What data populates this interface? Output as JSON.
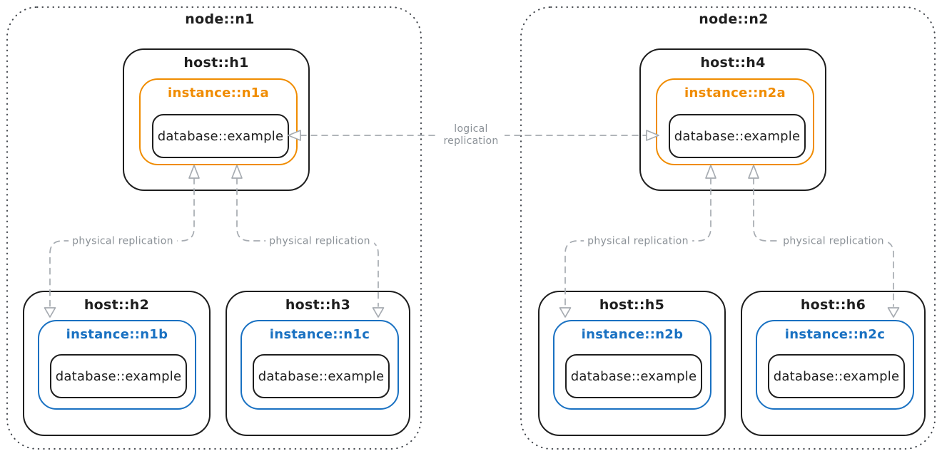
{
  "colors": {
    "box_stroke": "#1e1e1e",
    "primary_instance": "#f08c00",
    "replica_instance": "#1971c2",
    "arrow": "#a6abb1",
    "edge_label_text": "#8b9197",
    "node_border": "#41454b",
    "background": "#ffffff"
  },
  "nodes": [
    {
      "label": "node::n1",
      "hosts": [
        {
          "label": "host::h1",
          "instance": {
            "label": "instance::n1a",
            "role": "primary",
            "database": "database::example"
          }
        },
        {
          "label": "host::h2",
          "instance": {
            "label": "instance::n1b",
            "role": "replica",
            "database": "database::example"
          }
        },
        {
          "label": "host::h3",
          "instance": {
            "label": "instance::n1c",
            "role": "replica",
            "database": "database::example"
          }
        }
      ]
    },
    {
      "label": "node::n2",
      "hosts": [
        {
          "label": "host::h4",
          "instance": {
            "label": "instance::n2a",
            "role": "primary",
            "database": "database::example"
          }
        },
        {
          "label": "host::h5",
          "instance": {
            "label": "instance::n2b",
            "role": "replica",
            "database": "database::example"
          }
        },
        {
          "label": "host::h6",
          "instance": {
            "label": "instance::n2c",
            "role": "replica",
            "database": "database::example"
          }
        }
      ]
    }
  ],
  "edges": [
    {
      "type": "physical",
      "label": "physical replication",
      "from": "instance::n1b",
      "to": "instance::n1a",
      "bidirectional": true
    },
    {
      "type": "physical",
      "label": "physical replication",
      "from": "instance::n1c",
      "to": "instance::n1a",
      "bidirectional": true
    },
    {
      "type": "physical",
      "label": "physical replication",
      "from": "instance::n2b",
      "to": "instance::n2a",
      "bidirectional": true
    },
    {
      "type": "physical",
      "label": "physical replication",
      "from": "instance::n2c",
      "to": "instance::n2a",
      "bidirectional": true
    },
    {
      "type": "logical",
      "label": "logical replication",
      "from": "database::example (node::n1)",
      "to": "database::example (node::n2)",
      "bidirectional": true
    }
  ]
}
